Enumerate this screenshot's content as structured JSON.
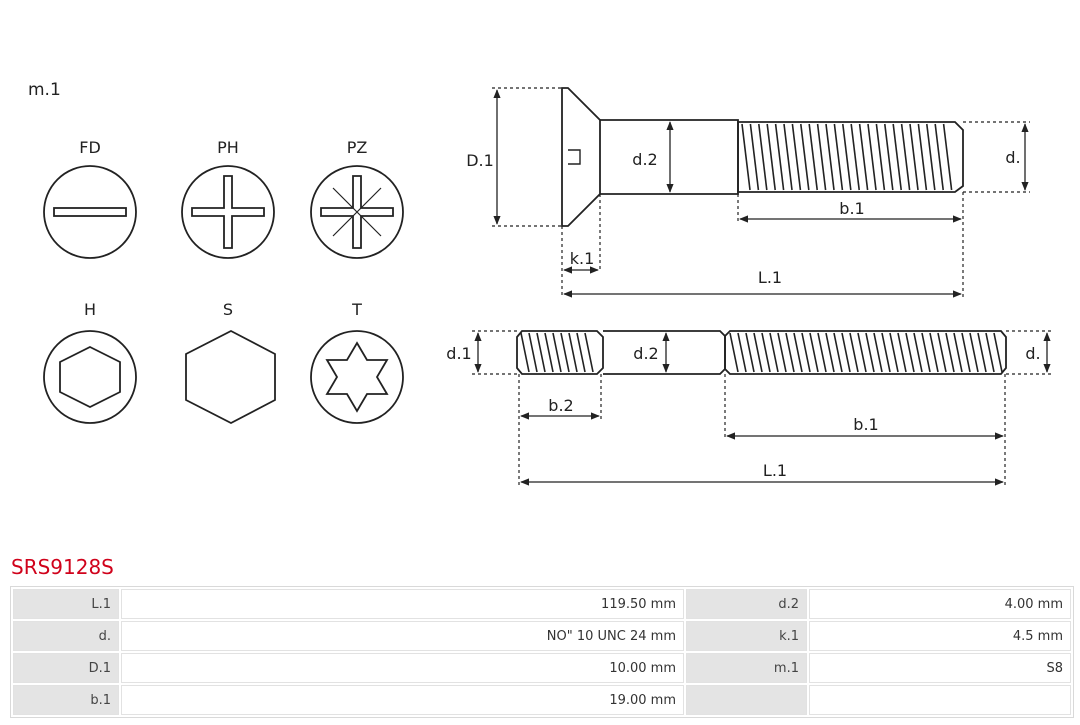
{
  "page_title": "SRS9128S",
  "drive_types": {
    "group_label": "m.1",
    "items": [
      {
        "code": "FD",
        "icon": "slotted-drive-icon"
      },
      {
        "code": "PH",
        "icon": "phillips-drive-icon"
      },
      {
        "code": "PZ",
        "icon": "pozidriv-drive-icon"
      },
      {
        "code": "H",
        "icon": "hex-socket-drive-icon"
      },
      {
        "code": "S",
        "icon": "hex-head-drive-icon"
      },
      {
        "code": "T",
        "icon": "torx-drive-icon"
      }
    ]
  },
  "screw_diagram": {
    "labels": {
      "D1": "D.1",
      "d2": "d.2",
      "d": "d.",
      "b1": "b.1",
      "k1": "k.1",
      "L1": "L.1"
    }
  },
  "stud_diagram": {
    "labels": {
      "d1": "d.1",
      "d2": "d.2",
      "d": "d.",
      "b2": "b.2",
      "b1": "b.1",
      "L1": "L.1"
    }
  },
  "specs": {
    "rows": [
      {
        "k1": "L.1",
        "v1": "119.50 mm",
        "k2": "d.2",
        "v2": "4.00 mm"
      },
      {
        "k1": "d.",
        "v1": "NO\" 10 UNC 24 mm",
        "k2": "k.1",
        "v2": "4.5 mm"
      },
      {
        "k1": "D.1",
        "v1": "10.00 mm",
        "k2": "m.1",
        "v2": "S8"
      },
      {
        "k1": "b.1",
        "v1": "19.00 mm",
        "k2": "",
        "v2": ""
      }
    ]
  }
}
